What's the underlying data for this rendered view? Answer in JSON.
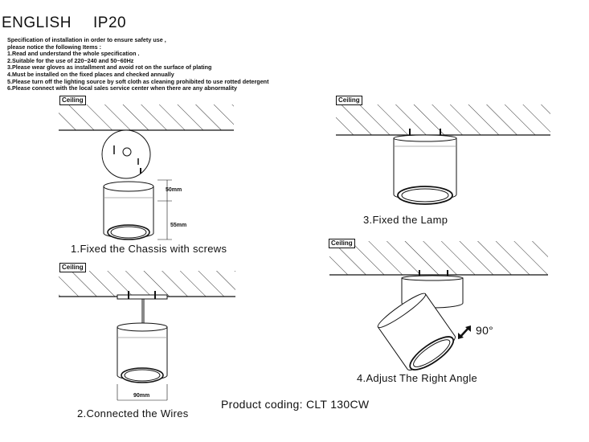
{
  "header": {
    "language": "ENGLISH",
    "rating": "IP20"
  },
  "notes": [
    "Specification of installation in order to ensure safety use ,",
    "please notice the following Items :",
    "1.Read and understand the whole specification .",
    "2.Suitable for the use of 220~240 and 50~60Hz",
    "3.Please wear gloves as installment and avoid rot on the surface of plating",
    "4.Must be installed on the fixed places and checked annually",
    "5.Please turn off the lighting source by soft cloth as cleaning prohibited to use rotted detergent",
    "6.Please connect with the local sales service center when there are any abnormality"
  ],
  "steps": {
    "step1": "1.Fixed the Chassis with screws",
    "step2": "2.Connected the Wires",
    "step3": "3.Fixed the Lamp",
    "step4": "4.Adjust The Right Angle"
  },
  "ceiling_label": "Ceiling",
  "dimensions": {
    "height_top": "50mm",
    "height_bottom": "55mm",
    "width": "90mm"
  },
  "angle": "90°",
  "product_code": "Product coding: CLT 130CW"
}
